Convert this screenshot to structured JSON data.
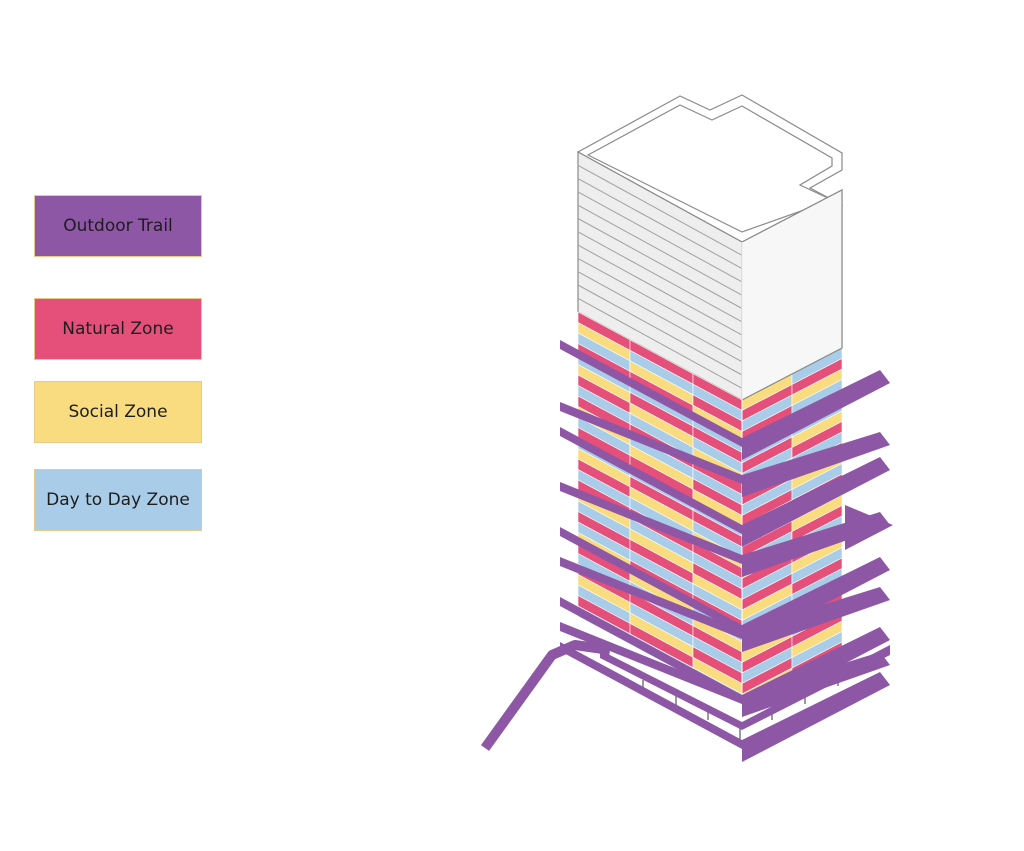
{
  "legend": [
    {
      "label": "Outdoor Trail",
      "color": "#8e57a6"
    },
    {
      "label": "Natural Zone",
      "color": "#e4507a"
    },
    {
      "label": "Social Zone",
      "color": "#f9dc80"
    },
    {
      "label": "Day to Day Zone",
      "color": "#a9cde9"
    }
  ]
}
